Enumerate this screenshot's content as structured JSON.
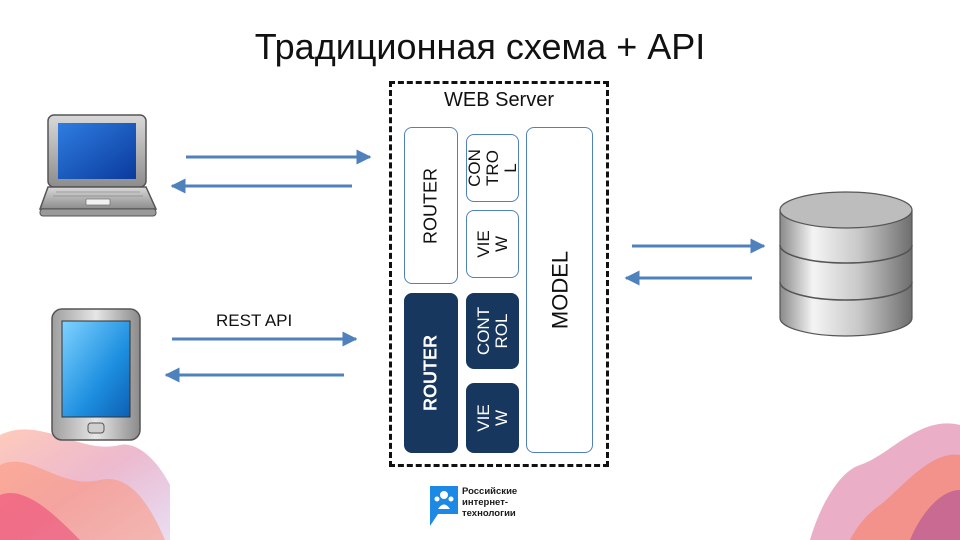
{
  "title": "Традиционная схема + API",
  "server": {
    "label": "WEB Server",
    "top_group": {
      "router": "ROUTER",
      "control": "CON\nTRO\nL",
      "view": "VIE\nW"
    },
    "bottom_group": {
      "router": "ROUTER",
      "control": "CONT\nROL",
      "view": "VIE\nW"
    },
    "model": "MODEL"
  },
  "rest_api_label": "REST API",
  "logo": {
    "lines": [
      "Российские",
      "интернет-",
      "технологии"
    ]
  },
  "colors": {
    "arrow": "#4f81bd",
    "dark_box": "#17375e",
    "box_border": "#4f81bd"
  },
  "icons": [
    "laptop-icon",
    "tablet-icon",
    "database-icon",
    "rit-logo-icon"
  ]
}
